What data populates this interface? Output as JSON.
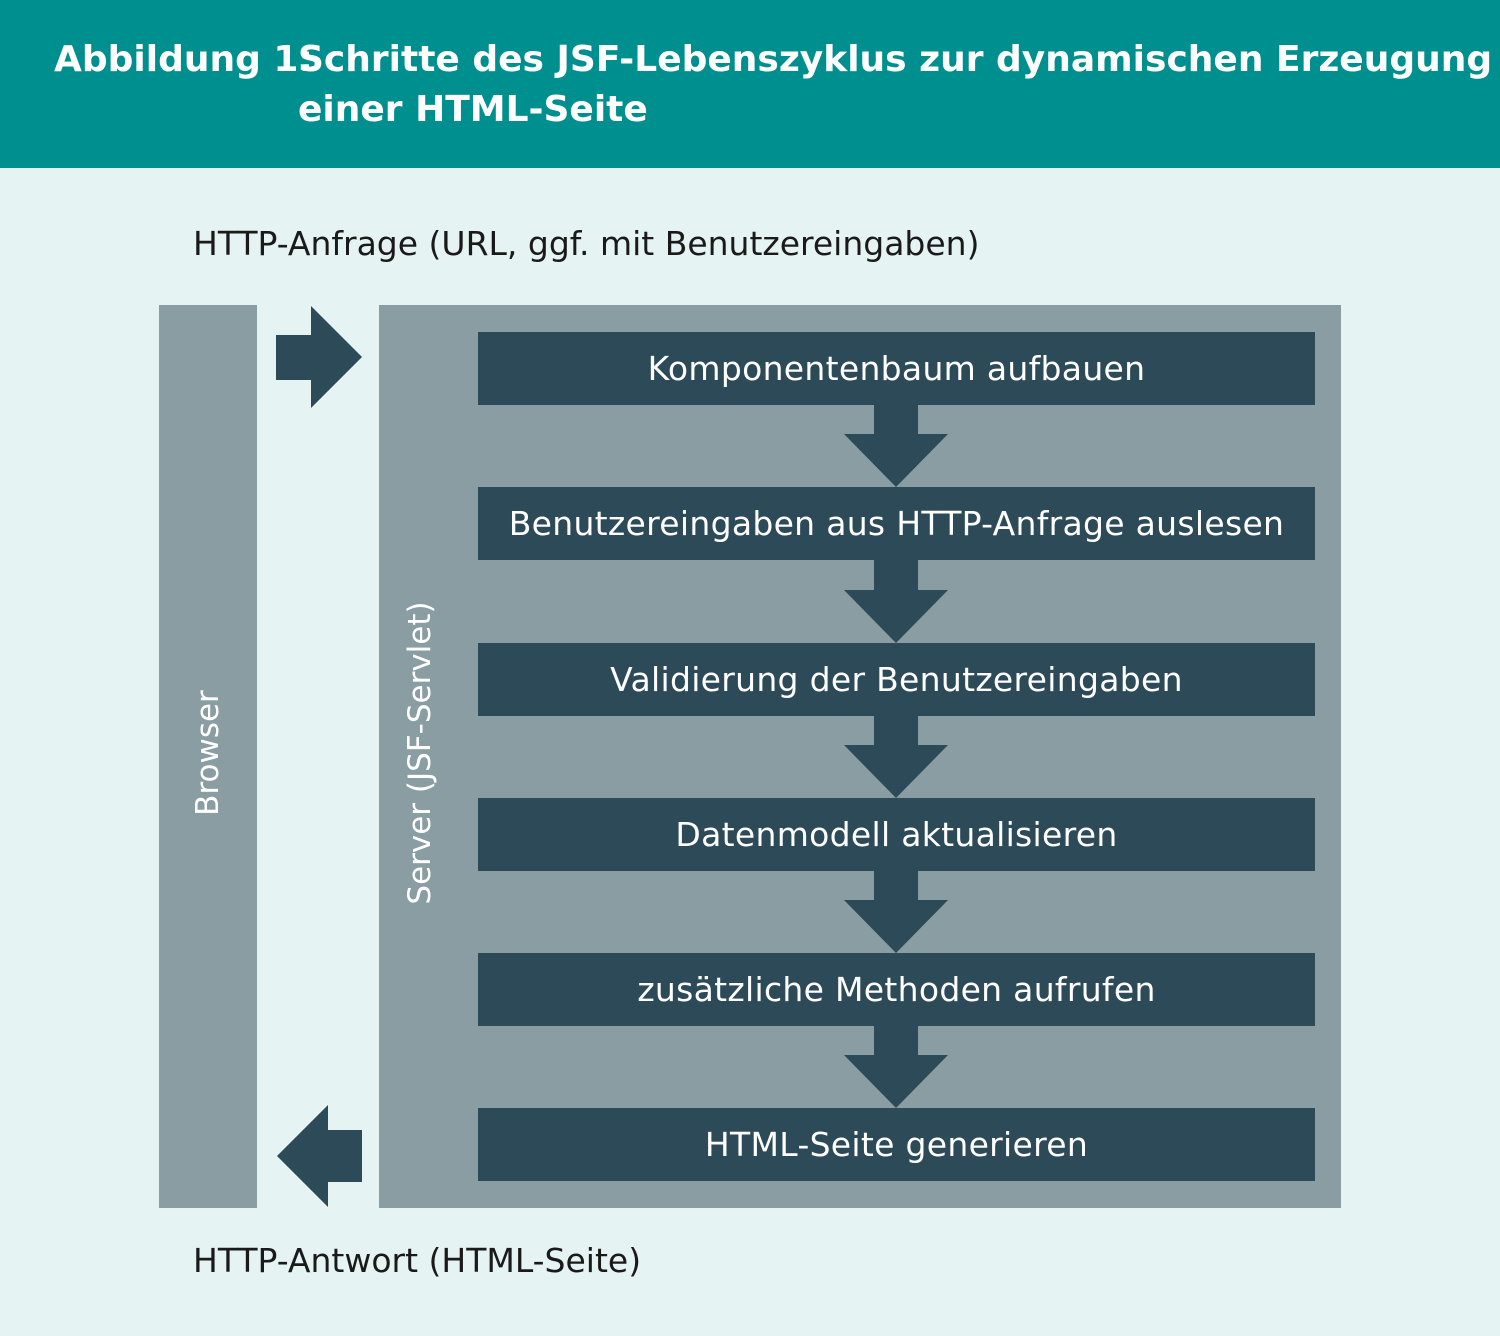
{
  "header": {
    "title_prefix": "Abbildung 1:",
    "title_line1": "Schritte des JSF-Lebenszyklus zur dynamischen Erzeugung",
    "title_line2": "einer HTML-Seite"
  },
  "request_label": "HTTP-Anfrage (URL, ggf. mit Benutzereingaben)",
  "response_label": "HTTP-Antwort (HTML-Seite)",
  "browser_label": "Browser",
  "server_label": "Server (JSF-Servlet)",
  "steps": [
    "Komponentenbaum aufbauen",
    "Benutzereingaben aus HTTP-Anfrage auslesen",
    "Validierung der Benutzereingaben",
    "Datenmodell aktualisieren",
    "zusätzliche Methoden aufrufen",
    "HTML-Seite generieren"
  ],
  "colors": {
    "header": "#008f8f",
    "background": "#e6f3f3",
    "panel": "#899da3",
    "step": "#2c4a57",
    "arrow": "#2c4a57"
  }
}
